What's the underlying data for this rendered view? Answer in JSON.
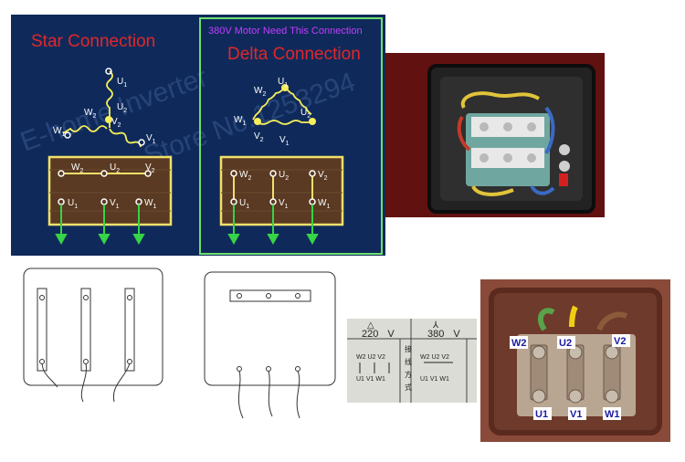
{
  "panel_top": {
    "star_title": "Star Connection",
    "delta_title": "Delta Connection",
    "note_380v": "380V Motor Need This Connection",
    "watermark_1": "E-home Inverter",
    "watermark_2": "Store No.1253294",
    "colors": {
      "panel_bg": "#0f2a5a",
      "title_red": "#e3262a",
      "note_purple": "#c23cff",
      "board_brown": "#5a3a22",
      "frame_yellow": "#f1e06a",
      "arrow_green": "#36d447",
      "border_green": "#6ee06e"
    }
  },
  "terminals": {
    "W": "W",
    "U": "U",
    "V": "V",
    "sub1": "1",
    "sub2": "2"
  },
  "star_diagram": {
    "board_top_row": [
      {
        "l": "W",
        "s": "2"
      },
      {
        "l": "U",
        "s": "2"
      },
      {
        "l": "V",
        "s": "2"
      }
    ],
    "board_bottom_row": [
      {
        "l": "U",
        "s": "1"
      },
      {
        "l": "V",
        "s": "1"
      },
      {
        "l": "W",
        "s": "1"
      }
    ]
  },
  "delta_diagram": {
    "board_top_row": [
      {
        "l": "W",
        "s": "2"
      },
      {
        "l": "U",
        "s": "2"
      },
      {
        "l": "V",
        "s": "2"
      }
    ],
    "board_bottom_row": [
      {
        "l": "U",
        "s": "1"
      },
      {
        "l": "V",
        "s": "1"
      },
      {
        "l": "W",
        "s": "1"
      }
    ]
  },
  "nameplate": {
    "delta_symbol": "△",
    "delta_voltage": "220",
    "star_symbol": "⅄",
    "star_voltage": "380",
    "unit": "V",
    "side_text": [
      "接",
      "线",
      "方",
      "式"
    ],
    "left_top": "W2 U2 V2",
    "left_bottom": "U1 V1 W1",
    "right_top": "W2 U2 V2",
    "right_bottom": "U1 V1 W1"
  },
  "photo_labels": {
    "w2": "W2",
    "u2": "U2",
    "v2": "V2",
    "u1": "U1",
    "v1": "V1",
    "w1": "W1"
  }
}
